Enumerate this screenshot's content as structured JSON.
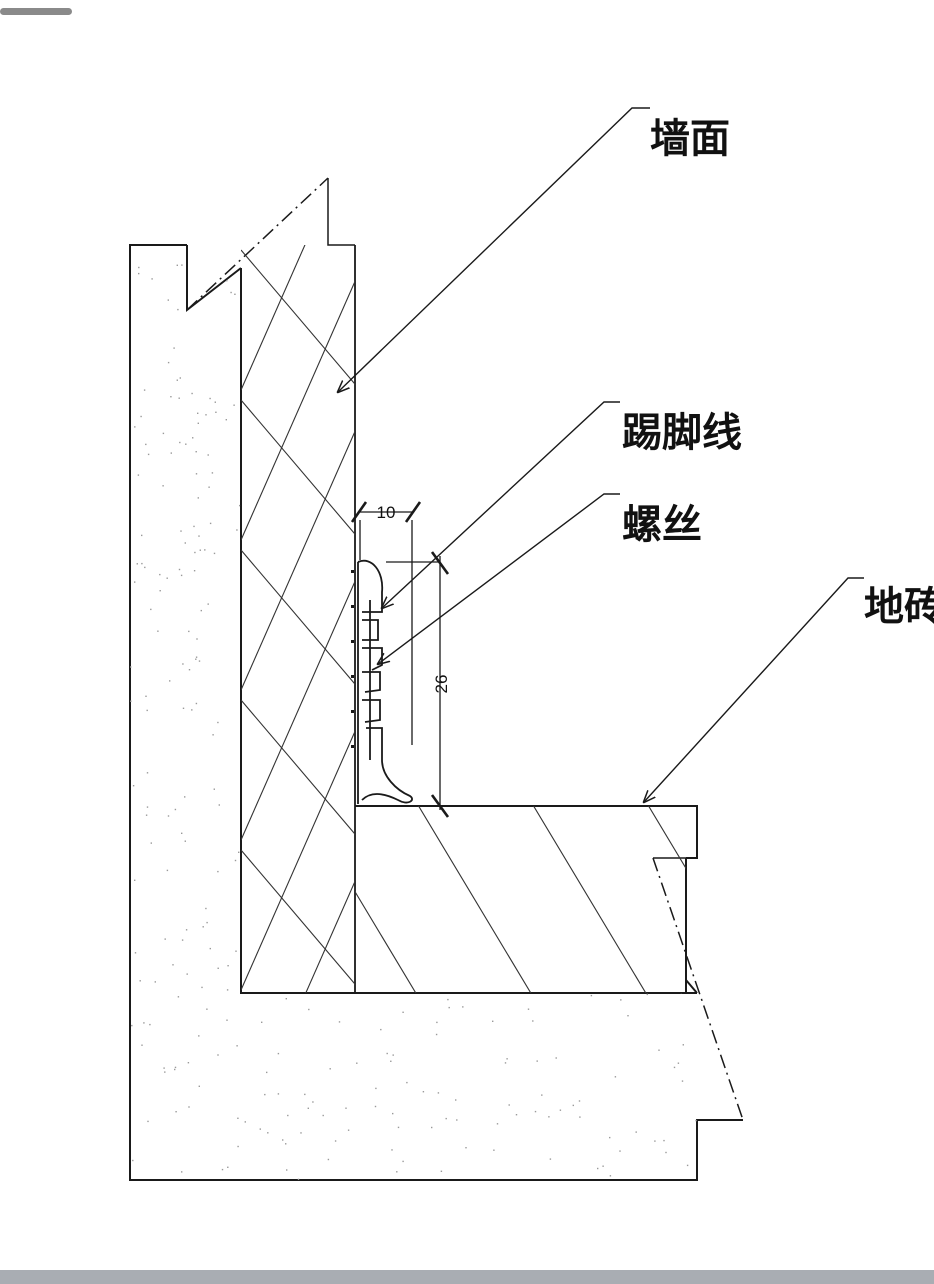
{
  "labels": {
    "wall": "墙面",
    "skirting": "踢脚线",
    "screw": "螺丝",
    "floor_tile": "地砖"
  },
  "dimensions": {
    "width": "10",
    "height": "26"
  },
  "colors": {
    "line": "#1a1a1a",
    "hatch": "#333333",
    "speckle": "#9a9a9a",
    "bottom_bar": "#a9adb3"
  }
}
